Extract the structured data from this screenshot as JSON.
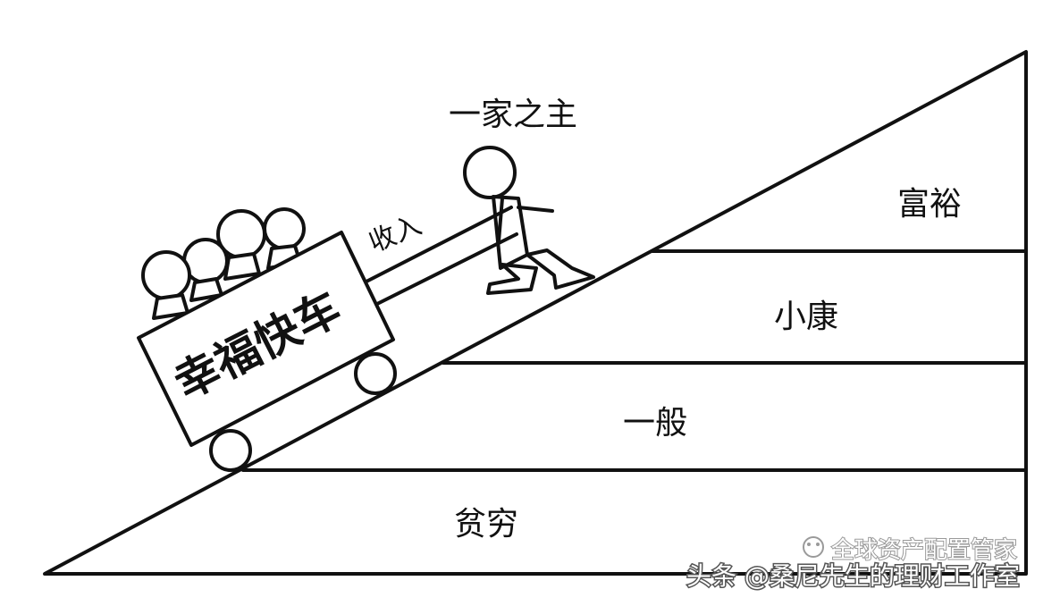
{
  "levels": {
    "rich": "富裕",
    "comfortable": "小康",
    "average": "一般",
    "poor": "贫穷"
  },
  "figure": {
    "head_of_family": "一家之主",
    "income": "收入",
    "cart": "幸福快车"
  },
  "watermark": {
    "primary": "头条 @桑尼先生的理财工作室",
    "secondary": "全球资产配置管家"
  }
}
